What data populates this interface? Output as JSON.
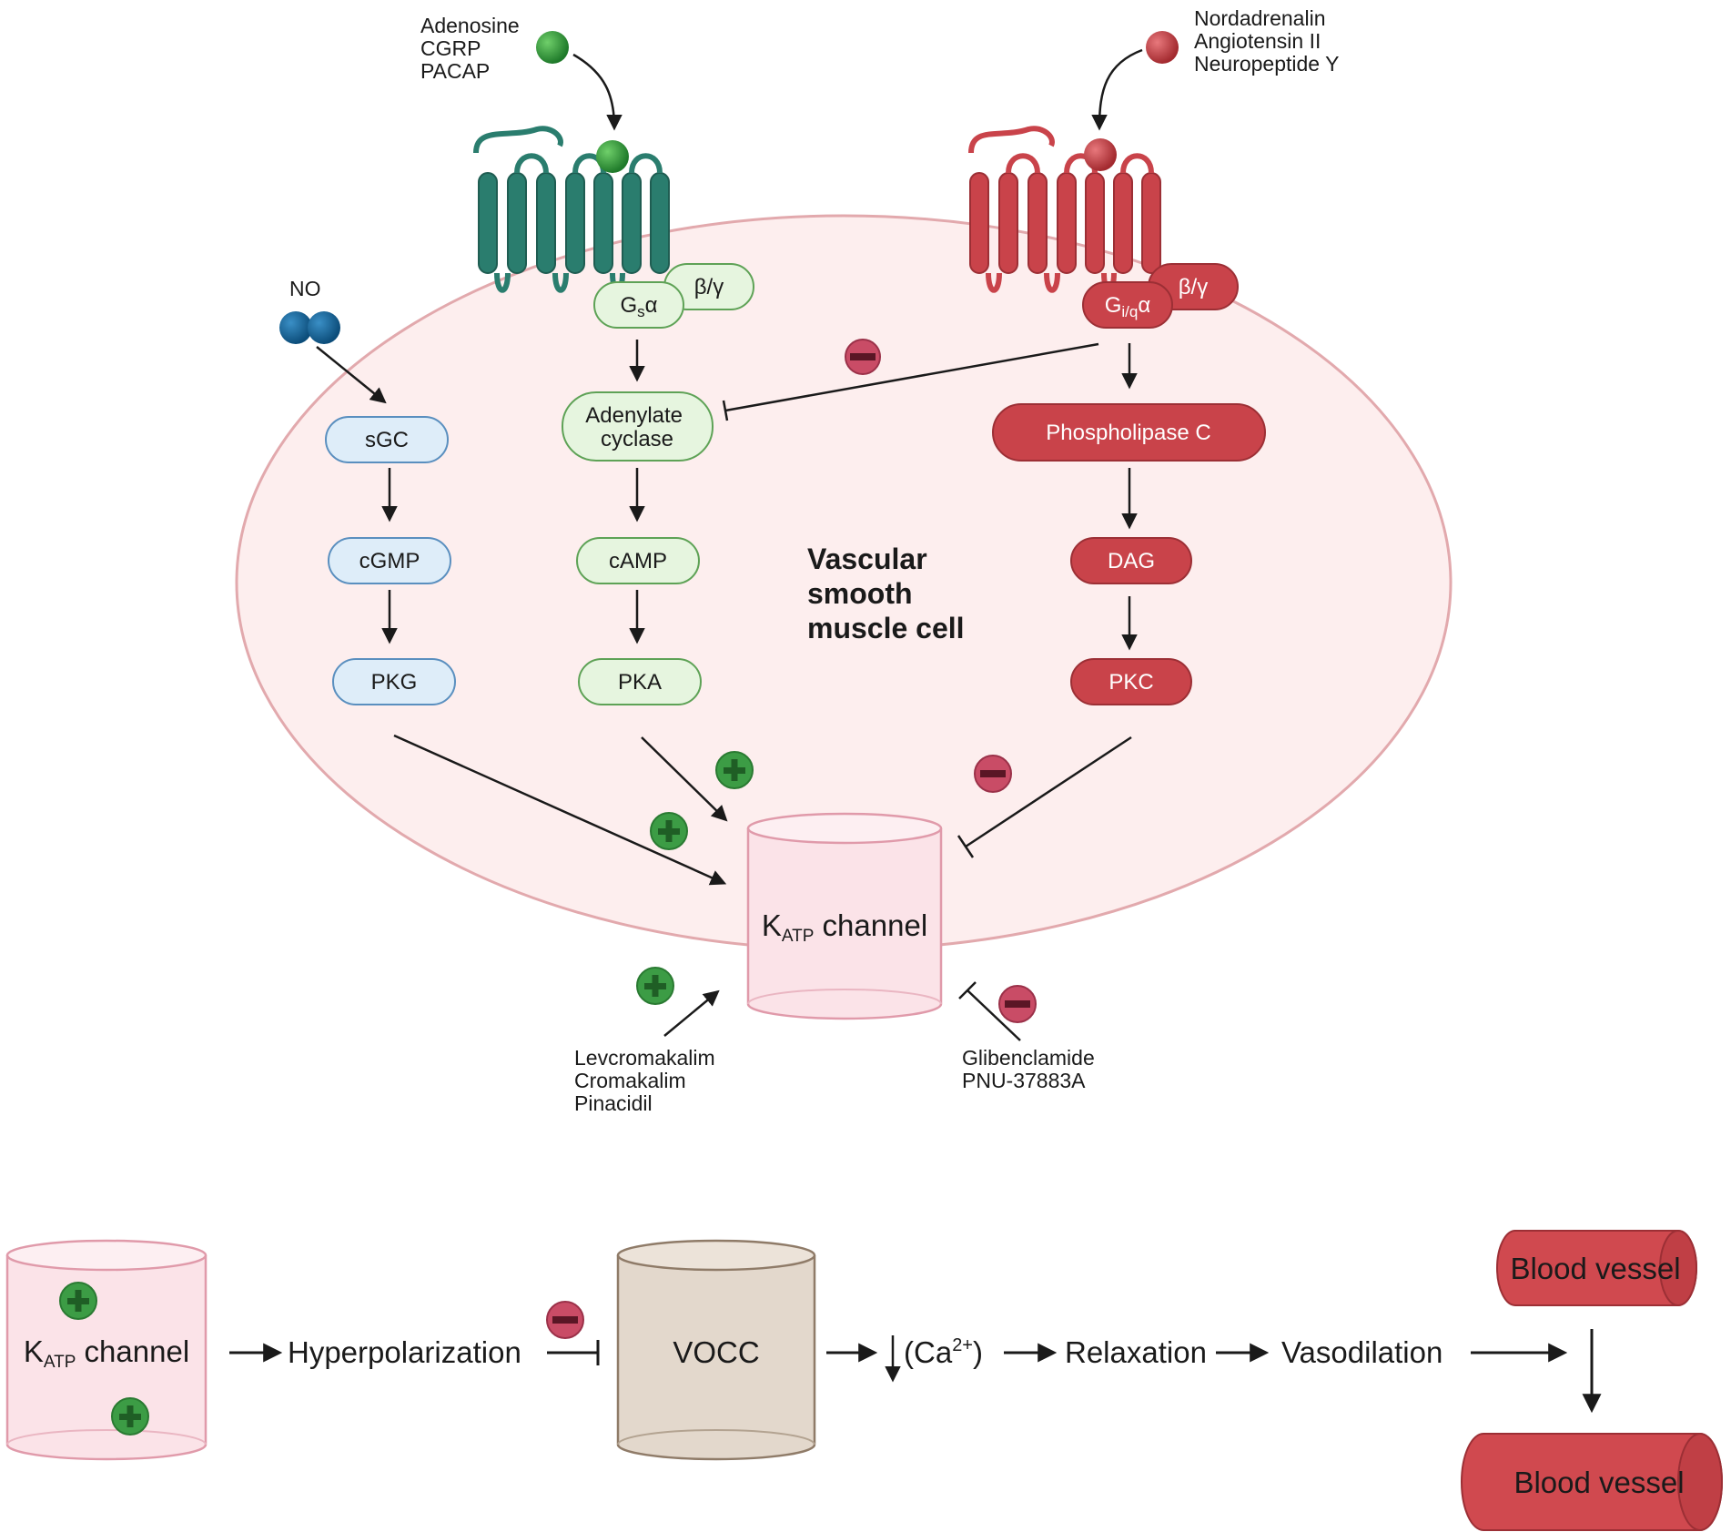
{
  "ligands": {
    "gs": [
      "Adenosine",
      "CGRP",
      "PACAP"
    ],
    "gq": [
      "Nordadrenalin",
      "Angiotensin II",
      "Neuropeptide Y"
    ],
    "no": "NO"
  },
  "cell_title": [
    "Vascular",
    "smooth",
    "muscle cell"
  ],
  "no_pathway": {
    "sgc": "sGC",
    "cgmp": "cGMP",
    "pkg": "PKG"
  },
  "gs_pathway": {
    "gs_alpha_main": "G",
    "gs_alpha_sub": "s",
    "gs_alpha_suffix": "α",
    "beta_gamma": "β/γ",
    "adenylate_line1": "Adenylate",
    "adenylate_line2": "cyclase",
    "camp": "cAMP",
    "pka": "PKA"
  },
  "gq_pathway": {
    "gq_alpha_main": "G",
    "gq_alpha_sub": "i/q",
    "gq_alpha_suffix": "α",
    "beta_gamma": "β/γ",
    "plc": "Phospholipase C",
    "dag": "DAG",
    "pkc": "PKC"
  },
  "katp": {
    "main": "K",
    "sub": "ATP",
    "suffix": " channel"
  },
  "openers": [
    "Levcromakalim",
    "Cromakalim",
    "Pinacidil"
  ],
  "blockers": [
    "Glibenclamide",
    "PNU-37883A"
  ],
  "bottom_flow": {
    "katp_main": "K",
    "katp_sub": "ATP",
    "katp_suffix": " channel",
    "hyperpolarization": "Hyperpolarization",
    "vocc": "VOCC",
    "ca_pre": "(Ca",
    "ca_sup": "2+",
    "ca_post": ")",
    "relaxation": "Relaxation",
    "vasodilation": "Vasodilation",
    "vessel_before": "Blood vessel",
    "vessel_after": "Blood vessel"
  },
  "colors": {
    "gs_receptor": "#2a7d6e",
    "gq_receptor": "#c9434a",
    "cell_fill": "#fdeeee",
    "cell_stroke": "#e2a9ad",
    "blue_node": "#deedf9",
    "green_node": "#e6f5df",
    "red_node": "#c9434a",
    "plus": "#3c9c45",
    "minus": "#c94c66",
    "vocc": "#e3d8cc"
  }
}
